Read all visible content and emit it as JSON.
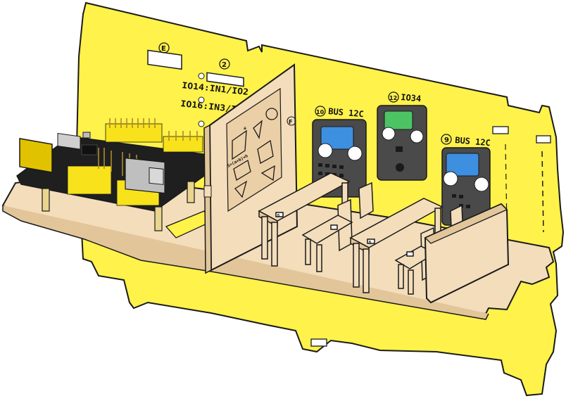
{
  "board_labels": {
    "slot_e_badge": "E",
    "slot_2_badge": "2",
    "io_line_1": "IO14:IN1/IO2",
    "io_line_2": "IO16:IN3/I",
    "panel_f_badge": "F"
  },
  "modules": [
    {
      "badge": "10",
      "text": "BUS 12C"
    },
    {
      "badge": "12",
      "text": "IO34"
    },
    {
      "badge": "9",
      "text": "BUS 12C"
    }
  ],
  "panel_markings": {
    "formula": "S=(a+b)×h",
    "label_a": "a"
  },
  "furniture_tags": {
    "tag": "B"
  },
  "colors": {
    "board_yellow": "#FFF24A",
    "outline": "#1a1a1a",
    "wood": "#F3DDBB",
    "wood_dark": "#E2C69A",
    "pcb": "#1f1f1f",
    "header_yellow": "#F7E21B",
    "connector_blue": "#3D8FE0",
    "connector_green": "#4CC464",
    "module_gray": "#4a4a4a"
  }
}
